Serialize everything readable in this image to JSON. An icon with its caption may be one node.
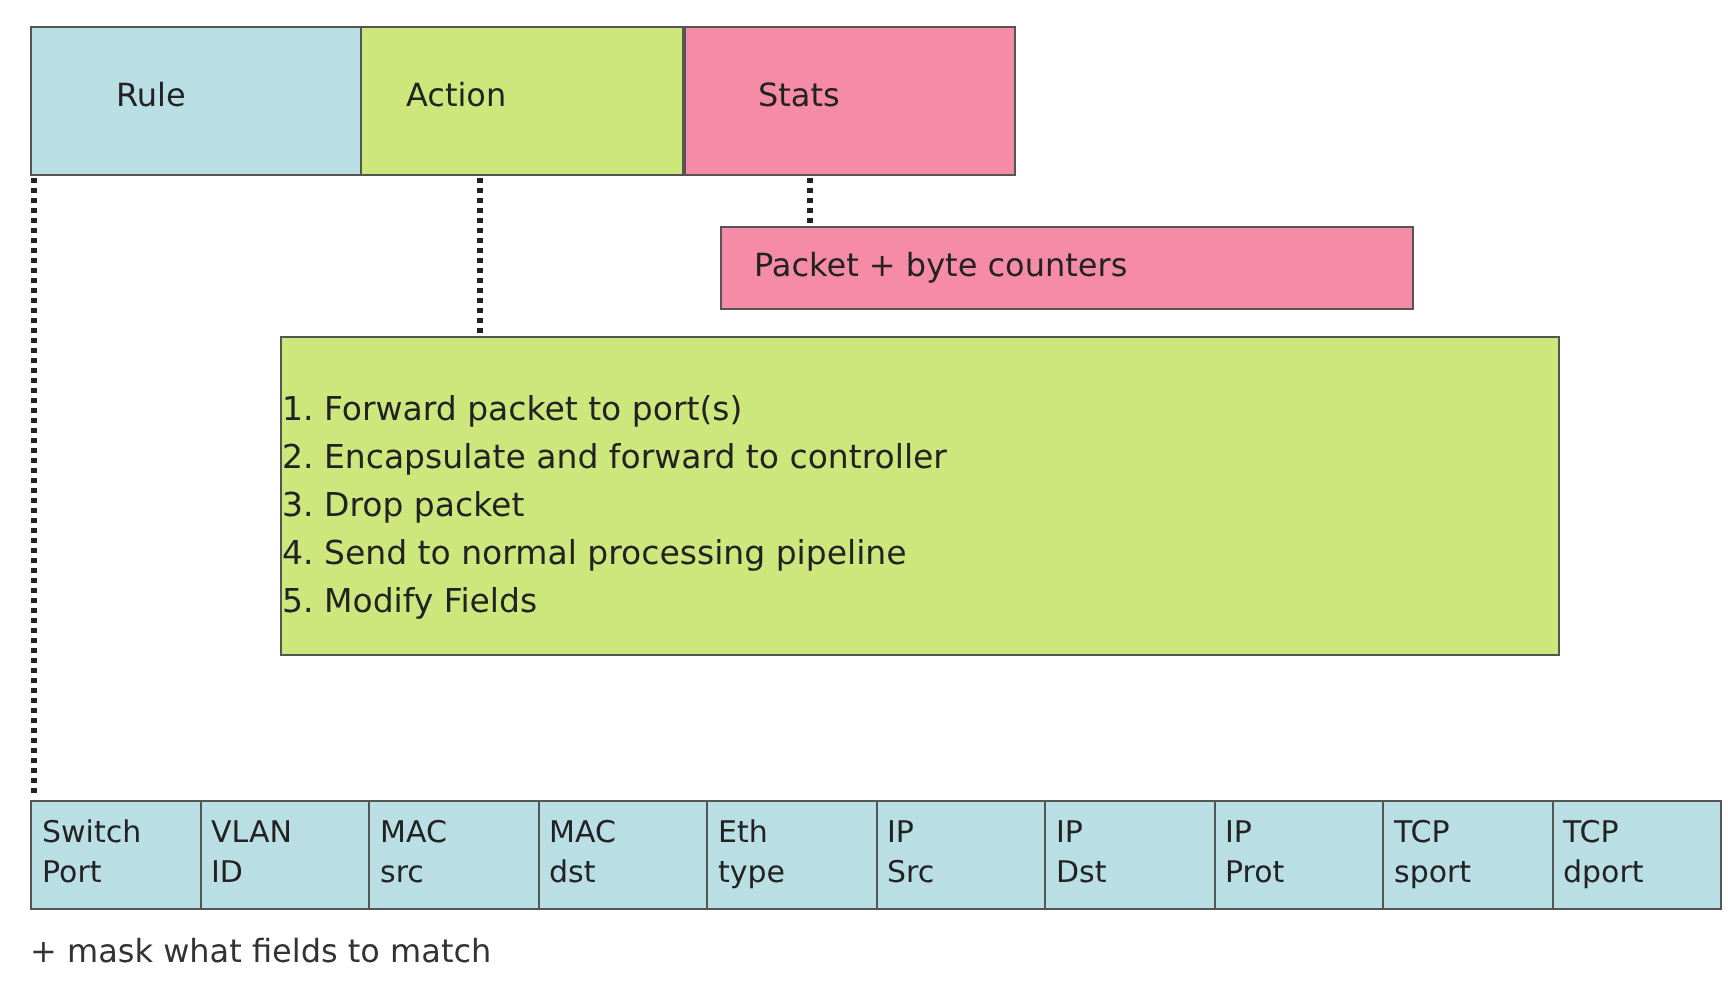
{
  "diagram": {
    "nodes": [
      {
        "text": [
          "Rule"
        ]
      },
      {
        "text": [
          "Action"
        ]
      },
      {
        "text": [
          "Stats"
        ]
      },
      {
        "text": [
          "Packet + byte counters"
        ]
      },
      {
        "text": [
          "1. Forward packet to port(s)",
          "2. Encapsulate and forward to controller",
          "3. Drop packet",
          "4. Send to normal processing pipeline",
          "5. Modify Fields"
        ]
      },
      {
        "text": [
          "Switch Port"
        ]
      },
      {
        "text": [
          "VLAN ID"
        ]
      },
      {
        "text": [
          "MAC src"
        ]
      },
      {
        "text": [
          "MAC dst"
        ]
      },
      {
        "text": [
          "Eth type"
        ]
      },
      {
        "text": [
          "IP Src"
        ]
      },
      {
        "text": [
          "IP Dst"
        ]
      },
      {
        "text": [
          "IP Prot"
        ]
      },
      {
        "text": [
          "TCP sport"
        ]
      },
      {
        "text": [
          "TCP dport"
        ]
      }
    ],
    "edges": [
      {
        "from": 0,
        "to": 5,
        "arrow": "none",
        "style": "dashed"
      },
      {
        "from": 1,
        "to": 4,
        "arrow": "none",
        "style": "dashed"
      },
      {
        "from": 2,
        "to": 3,
        "arrow": "none",
        "style": "dashed"
      }
    ],
    "labels": [
      "+ mask what fields to match"
    ]
  }
}
